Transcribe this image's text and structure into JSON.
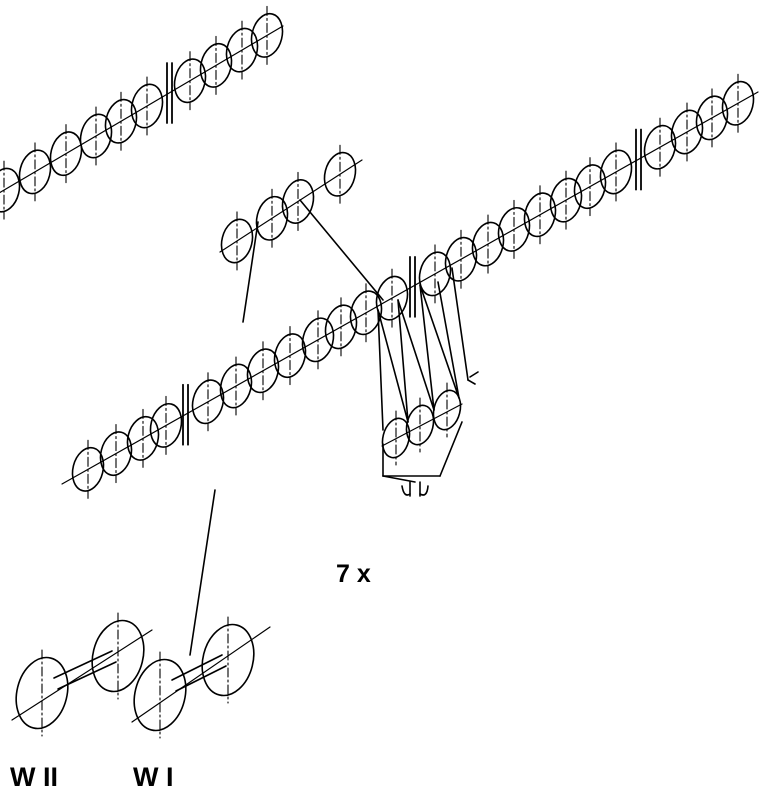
{
  "labels": {
    "multiplier": "7 x",
    "shaft_2": "W II",
    "shaft_1": "W I"
  },
  "colors": {
    "stroke": "#000000",
    "background": "#ffffff"
  }
}
